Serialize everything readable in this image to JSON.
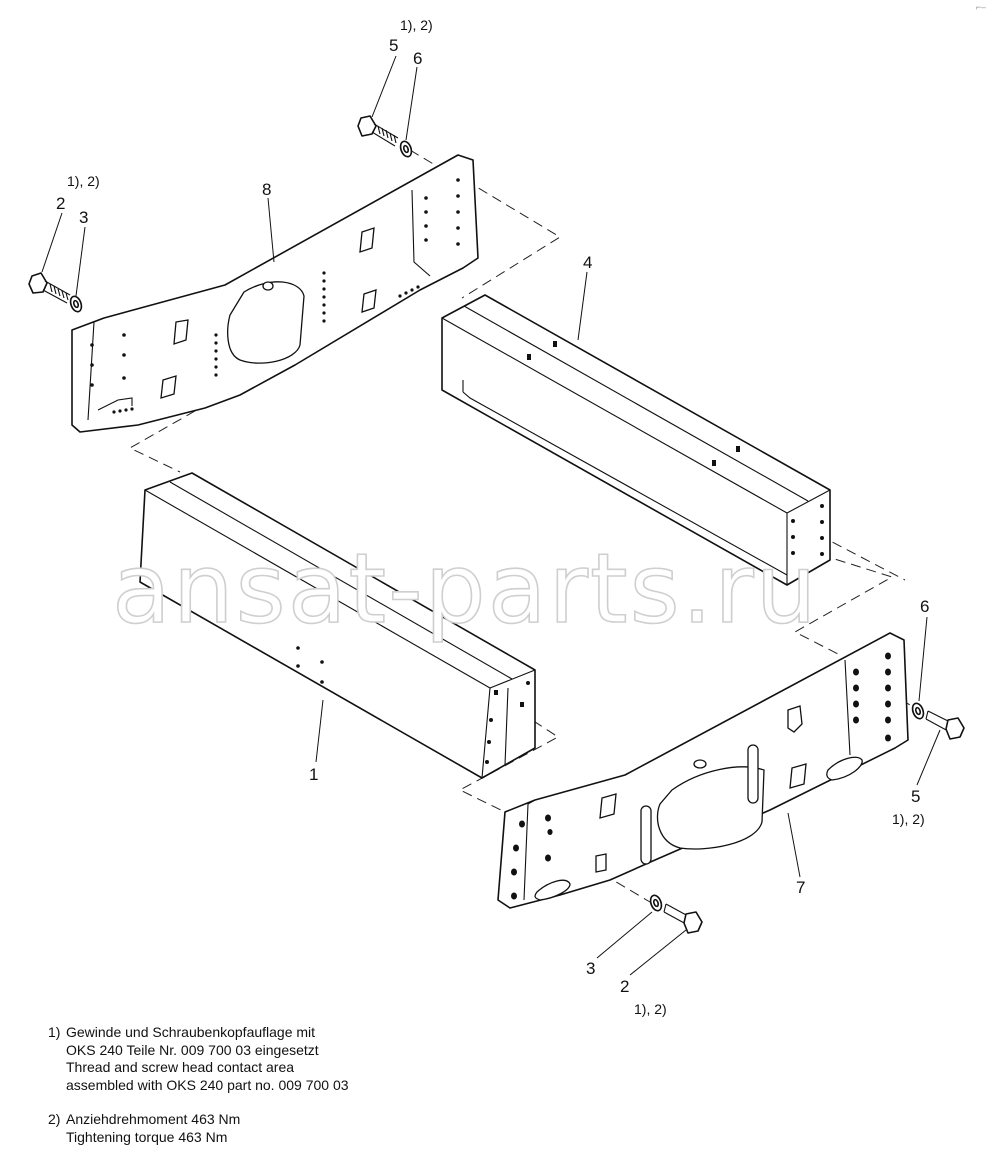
{
  "corner_mark": "⌐–",
  "watermark": "ansat-parts.ru",
  "callouts": {
    "c5_top": "5",
    "c6_top": "6",
    "c12_top": "1), 2)",
    "c12_left": "1), 2)",
    "c2_left": "2",
    "c3_left": "3",
    "c8": "8",
    "c4": "4",
    "c1": "1",
    "c6_right": "6",
    "c5_right": "5",
    "c12_right": "1), 2)",
    "c7": "7",
    "c3_bottom": "3",
    "c2_bottom": "2",
    "c12_bottom": "1), 2)"
  },
  "notes": [
    {
      "number": "1)",
      "lines": [
        "Gewinde und Schraubenkopfauflage mit",
        "OKS 240 Teile Nr. 009 700 03 eingesetzt",
        "Thread and screw head contact area",
        "assembled with OKS 240 part no. 009 700 03"
      ]
    },
    {
      "number": "2)",
      "lines": [
        "Anziehdrehmoment 463 Nm",
        "Tightening torque 463 Nm"
      ]
    }
  ]
}
